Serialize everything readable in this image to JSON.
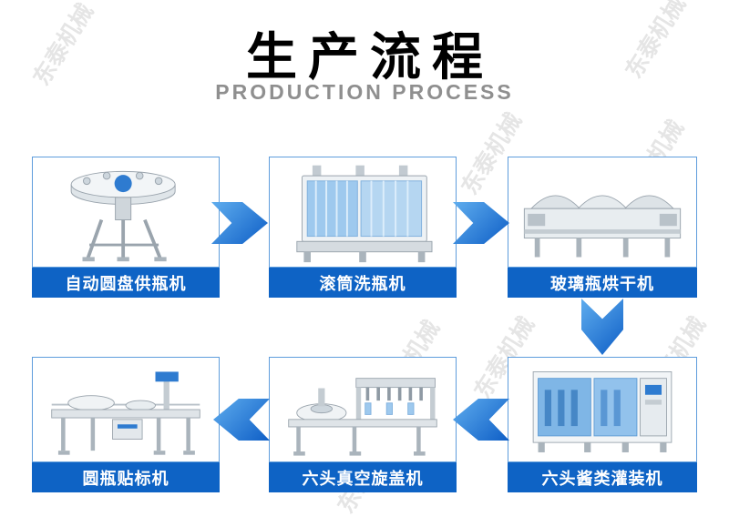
{
  "header": {
    "title": "生产流程",
    "subtitle": "PRODUCTION PROCESS"
  },
  "watermark_text": "东泰机械",
  "rows": [
    {
      "cards": [
        {
          "label": "自动圆盘供瓶机",
          "machine": "rotary-disc-bottle-feeder"
        },
        {
          "label": "滚筒洗瓶机",
          "machine": "drum-bottle-washer"
        },
        {
          "label": "玻璃瓶烘干机",
          "machine": "glass-bottle-dryer"
        }
      ],
      "arrow_direction": "right"
    },
    {
      "cards": [
        {
          "label": "圆瓶贴标机",
          "machine": "round-bottle-labeler"
        },
        {
          "label": "六头真空旋盖机",
          "machine": "six-head-vacuum-capper"
        },
        {
          "label": "六头酱类灌装机",
          "machine": "six-head-sauce-filler"
        }
      ],
      "arrow_direction": "left"
    }
  ],
  "flow_order": [
    "自动圆盘供瓶机",
    "滚筒洗瓶机",
    "玻璃瓶烘干机",
    "六头酱类灌装机",
    "六头真空旋盖机",
    "圆瓶贴标机"
  ],
  "colors": {
    "label_background": "#0e63c5",
    "arrow_light": "#5fadee",
    "arrow_dark": "#0e5ec6",
    "card_border": "#5e9ddc",
    "title": "#000000",
    "subtitle": "#8f8f8f",
    "watermark": "#cccccc"
  }
}
